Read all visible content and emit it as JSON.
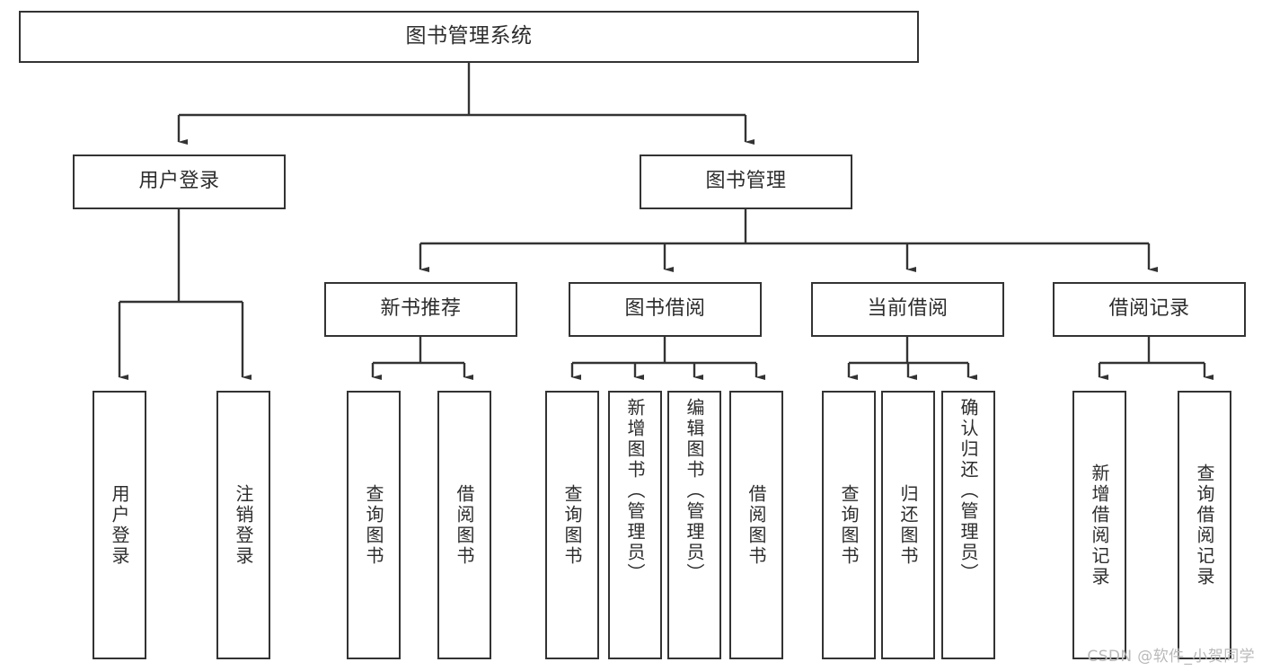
{
  "diagram": {
    "type": "tree-hierarchy-chart",
    "title": "图书管理系统",
    "orientation": "top-down",
    "line_color": "#333333",
    "box_fill": "#ffffff",
    "text_color": "#2d2d2d"
  },
  "root": {
    "label": "图书管理系统"
  },
  "level1": [
    {
      "label": "用户登录"
    },
    {
      "label": "图书管理"
    }
  ],
  "level2": [
    {
      "label": "新书推荐"
    },
    {
      "label": "图书借阅"
    },
    {
      "label": "当前借阅"
    },
    {
      "label": "借阅记录"
    }
  ],
  "leaves": {
    "user_login": [
      {
        "label": "用户登录"
      },
      {
        "label": "注销登录"
      }
    ],
    "new_book_recommend": [
      {
        "label": "查询图书"
      },
      {
        "label": "借阅图书"
      }
    ],
    "book_borrow": [
      {
        "label": "查询图书"
      },
      {
        "label": "新增图书（管理员）"
      },
      {
        "label": "编辑图书（管理员）"
      },
      {
        "label": "借阅图书"
      }
    ],
    "current_borrow": [
      {
        "label": "查询图书"
      },
      {
        "label": "归还图书"
      },
      {
        "label": "确认归还（管理员）"
      }
    ],
    "borrow_record": [
      {
        "label": "新增借阅记录"
      },
      {
        "label": "查询借阅记录"
      }
    ]
  },
  "watermark": {
    "text": "CSDN @软件_小贺同学"
  }
}
